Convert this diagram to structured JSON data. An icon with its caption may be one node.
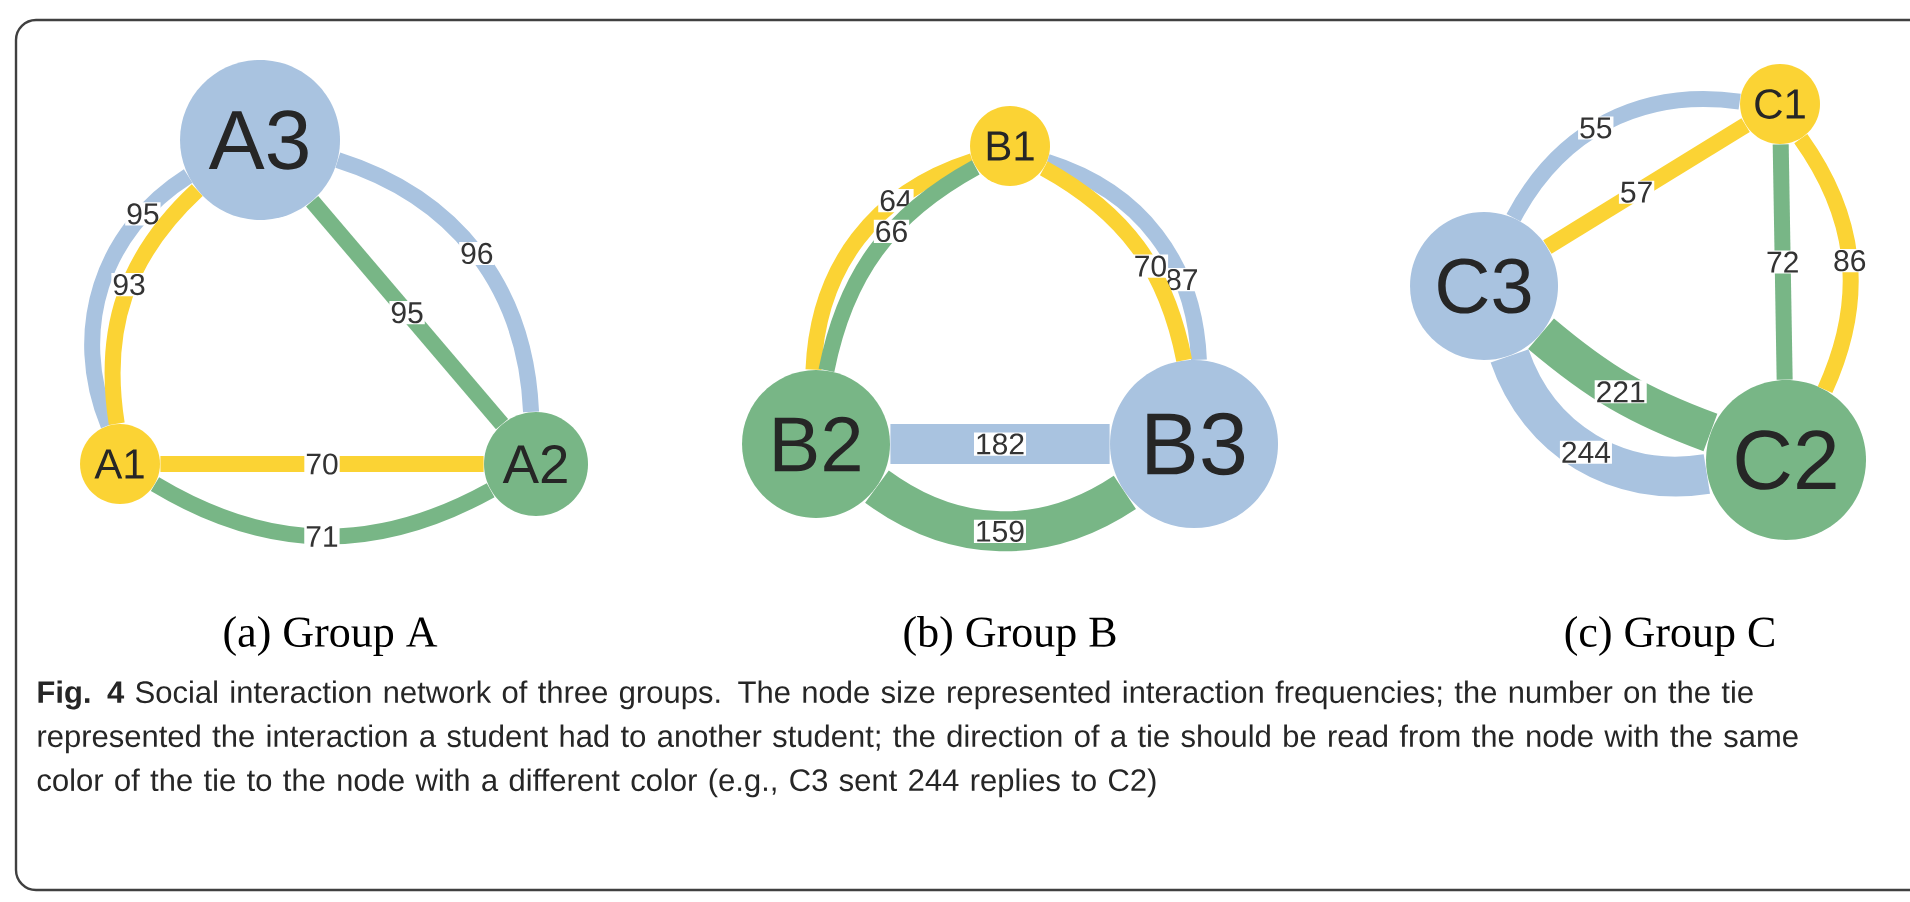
{
  "diagram": {
    "caption": "**Fig. 4** Social interaction network of three groups. The node size represented interaction frequencies; the number on the tie represented the interaction a student had to another student; the direction of a tie should be read from the node with the same color of the tie to the node with a different color (e.g., C3 sent 244 replies to C2)",
    "nodes": [
      {
        "text": [
          "A3"
        ]
      },
      {
        "text": [
          "A1"
        ]
      },
      {
        "text": [
          "A2"
        ]
      },
      {
        "text": [
          "B1"
        ]
      },
      {
        "text": [
          "B2"
        ]
      },
      {
        "text": [
          "B3"
        ]
      },
      {
        "text": [
          "C1"
        ]
      },
      {
        "text": [
          "C3"
        ]
      },
      {
        "text": [
          "C2"
        ]
      }
    ],
    "edges": [
      {
        "from": 0,
        "to": 1,
        "arrow": "none",
        "label": "95",
        "color": "#a9c3e0"
      },
      {
        "from": 1,
        "to": 0,
        "arrow": "none",
        "label": "93",
        "color": "#fbd334"
      },
      {
        "from": 0,
        "to": 2,
        "arrow": "none",
        "label": "96",
        "color": "#a9c3e0"
      },
      {
        "from": 2,
        "to": 0,
        "arrow": "none",
        "label": "95",
        "color": "#78b686"
      },
      {
        "from": 1,
        "to": 2,
        "arrow": "none",
        "label": "70",
        "color": "#fbd334"
      },
      {
        "from": 2,
        "to": 1,
        "arrow": "none",
        "label": "71",
        "color": "#78b686"
      },
      {
        "from": 3,
        "to": 4,
        "arrow": "none",
        "label": "64",
        "color": "#fbd334"
      },
      {
        "from": 4,
        "to": 3,
        "arrow": "none",
        "label": "66",
        "color": "#78b686"
      },
      {
        "from": 5,
        "to": 3,
        "arrow": "none",
        "label": "87",
        "color": "#a9c3e0"
      },
      {
        "from": 3,
        "to": 5,
        "arrow": "none",
        "label": "70",
        "color": "#fbd334"
      },
      {
        "from": 5,
        "to": 4,
        "arrow": "none",
        "label": "182",
        "color": "#a9c3e0",
        "style": "thick"
      },
      {
        "from": 4,
        "to": 5,
        "arrow": "none",
        "label": "159",
        "color": "#78b686",
        "style": "thick"
      },
      {
        "from": 7,
        "to": 6,
        "arrow": "none",
        "label": "55",
        "color": "#a9c3e0"
      },
      {
        "from": 6,
        "to": 7,
        "arrow": "none",
        "label": "57",
        "color": "#fbd334"
      },
      {
        "from": 8,
        "to": 6,
        "arrow": "none",
        "label": "72",
        "color": "#78b686"
      },
      {
        "from": 6,
        "to": 8,
        "arrow": "none",
        "label": "86",
        "color": "#fbd334"
      },
      {
        "from": 8,
        "to": 7,
        "arrow": "none",
        "label": "221",
        "color": "#78b686",
        "style": "thick"
      },
      {
        "from": 7,
        "to": 8,
        "arrow": "none",
        "label": "244",
        "color": "#a9c3e0",
        "style": "thick"
      }
    ],
    "labels": [
      "(a) Group A",
      "(b) Group B",
      "(c) Group C"
    ]
  }
}
